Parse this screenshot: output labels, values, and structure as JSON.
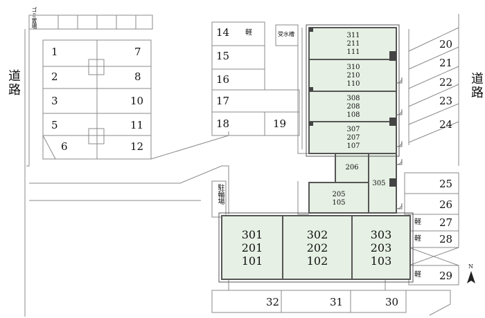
{
  "roads": {
    "left": "道路",
    "right": "道路"
  },
  "labels": {
    "garbage": "ゴミ置場",
    "bike_parking": "駐輪場",
    "water_tank": "受水槽",
    "kei": "軽",
    "north": "N"
  },
  "parking_left": {
    "col1": [
      "1",
      "2",
      "3",
      "5",
      "6"
    ],
    "col2": [
      "7",
      "8",
      "10",
      "11",
      "12"
    ]
  },
  "parking_top": [
    "14",
    "15",
    "16",
    "17",
    "18",
    "19"
  ],
  "parking_right": [
    "20",
    "21",
    "22",
    "23",
    "24",
    "25",
    "26",
    "27",
    "28",
    "29"
  ],
  "parking_bottom": [
    "32",
    "31",
    "30"
  ],
  "building_upper": [
    [
      "311",
      "211",
      "111"
    ],
    [
      "310",
      "210",
      "110"
    ],
    [
      "308",
      "208",
      "108"
    ],
    [
      "307",
      "207",
      "107"
    ]
  ],
  "building_mid": {
    "u206": "206",
    "u305": "305",
    "u205": [
      "205",
      "105"
    ]
  },
  "building_lower": [
    [
      "301",
      "201",
      "101"
    ],
    [
      "302",
      "202",
      "102"
    ],
    [
      "303",
      "203",
      "103"
    ]
  ]
}
